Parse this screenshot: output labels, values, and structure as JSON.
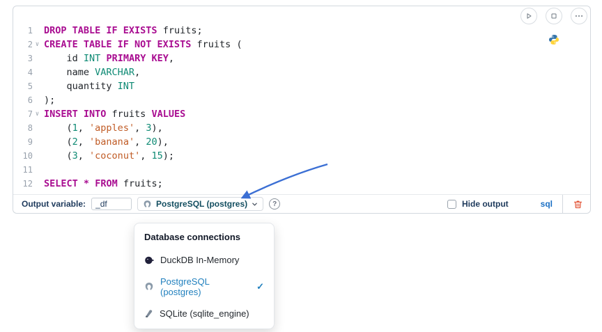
{
  "cell": {
    "run_toolbar": {
      "icons": [
        "play-icon",
        "stop-icon",
        "ellipsis-icon"
      ]
    },
    "language_badge_icon": "python-icon",
    "code": {
      "lines": [
        {
          "n": 1,
          "fold": false,
          "tokens": [
            [
              "kw",
              "DROP TABLE IF EXISTS"
            ],
            [
              "pl",
              " fruits;"
            ]
          ]
        },
        {
          "n": 2,
          "fold": true,
          "tokens": [
            [
              "kw",
              "CREATE TABLE IF NOT EXISTS"
            ],
            [
              "pl",
              " fruits ("
            ]
          ]
        },
        {
          "n": 3,
          "fold": false,
          "tokens": [
            [
              "pl",
              "    id "
            ],
            [
              "ty",
              "INT"
            ],
            [
              "pl",
              " "
            ],
            [
              "kw",
              "PRIMARY KEY"
            ],
            [
              "pl",
              ","
            ]
          ]
        },
        {
          "n": 4,
          "fold": false,
          "tokens": [
            [
              "pl",
              "    name "
            ],
            [
              "ty",
              "VARCHAR"
            ],
            [
              "pl",
              ","
            ]
          ]
        },
        {
          "n": 5,
          "fold": false,
          "tokens": [
            [
              "pl",
              "    quantity "
            ],
            [
              "ty",
              "INT"
            ]
          ]
        },
        {
          "n": 6,
          "fold": false,
          "tokens": [
            [
              "pl",
              ");"
            ]
          ]
        },
        {
          "n": 7,
          "fold": true,
          "tokens": [
            [
              "kw",
              "INSERT INTO"
            ],
            [
              "pl",
              " fruits "
            ],
            [
              "kw",
              "VALUES"
            ]
          ]
        },
        {
          "n": 8,
          "fold": false,
          "tokens": [
            [
              "pl",
              "    ("
            ],
            [
              "num",
              "1"
            ],
            [
              "pl",
              ", "
            ],
            [
              "str",
              "'apples'"
            ],
            [
              "pl",
              ", "
            ],
            [
              "num",
              "3"
            ],
            [
              "pl",
              "),"
            ]
          ]
        },
        {
          "n": 9,
          "fold": false,
          "tokens": [
            [
              "pl",
              "    ("
            ],
            [
              "num",
              "2"
            ],
            [
              "pl",
              ", "
            ],
            [
              "str",
              "'banana'"
            ],
            [
              "pl",
              ", "
            ],
            [
              "num",
              "20"
            ],
            [
              "pl",
              "),"
            ]
          ]
        },
        {
          "n": 10,
          "fold": false,
          "tokens": [
            [
              "pl",
              "    ("
            ],
            [
              "num",
              "3"
            ],
            [
              "pl",
              ", "
            ],
            [
              "str",
              "'coconut'"
            ],
            [
              "pl",
              ", "
            ],
            [
              "num",
              "15"
            ],
            [
              "pl",
              ");"
            ]
          ]
        },
        {
          "n": 11,
          "fold": false,
          "tokens": []
        },
        {
          "n": 12,
          "fold": false,
          "tokens": [
            [
              "kw",
              "SELECT"
            ],
            [
              "pl",
              " "
            ],
            [
              "op",
              "*"
            ],
            [
              "pl",
              " "
            ],
            [
              "kw",
              "FROM"
            ],
            [
              "pl",
              " fruits;"
            ]
          ]
        }
      ]
    },
    "footer": {
      "output_variable_label": "Output variable:",
      "output_variable_value": "_df",
      "connection_label": "PostgreSQL (postgres)",
      "hide_output_label": "Hide output",
      "language_label": "sql"
    }
  },
  "dropdown": {
    "title": "Database connections",
    "items": [
      {
        "icon": "duckdb-icon",
        "label": "DuckDB In-Memory",
        "selected": false
      },
      {
        "icon": "postgres-icon",
        "label": "PostgreSQL (postgres)",
        "selected": true
      },
      {
        "icon": "sqlite-icon",
        "label": "SQLite (sqlite_engine)",
        "selected": false
      }
    ]
  },
  "icons": {
    "check": "✓",
    "fold": "∨",
    "help": "?"
  },
  "colors": {
    "keyword": "#A90D91",
    "type": "#0E8A74",
    "number": "#0E8A74",
    "string": "#C05B25",
    "selected_connection": "#2180BE",
    "sql_label": "#1A6FC4",
    "arrow": "#3B6FD4",
    "trash": "#E4593C"
  }
}
